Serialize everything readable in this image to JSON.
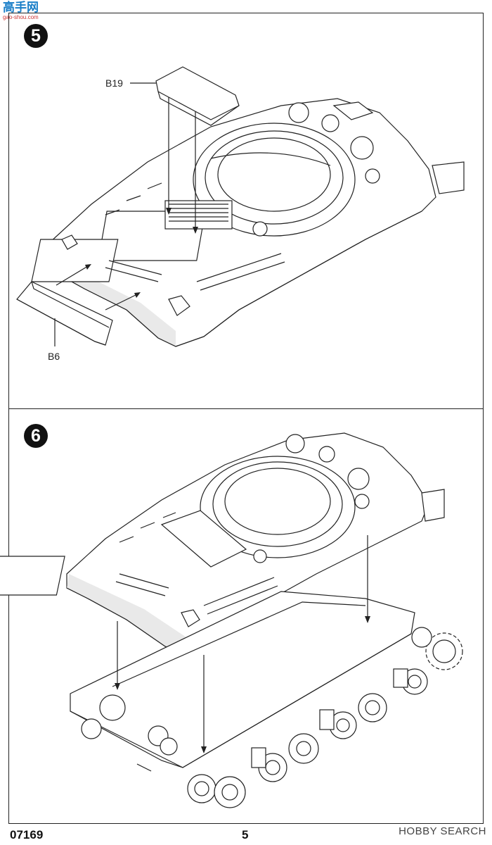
{
  "watermark_top": {
    "line1": "高手网",
    "line2": "gao-shou.com"
  },
  "steps": [
    {
      "number": "5",
      "parts": [
        "B19",
        "B6"
      ]
    },
    {
      "number": "6"
    }
  ],
  "footer": {
    "product_code": "07169",
    "page_number": "5",
    "watermark": "HOBBY SEARCH"
  }
}
